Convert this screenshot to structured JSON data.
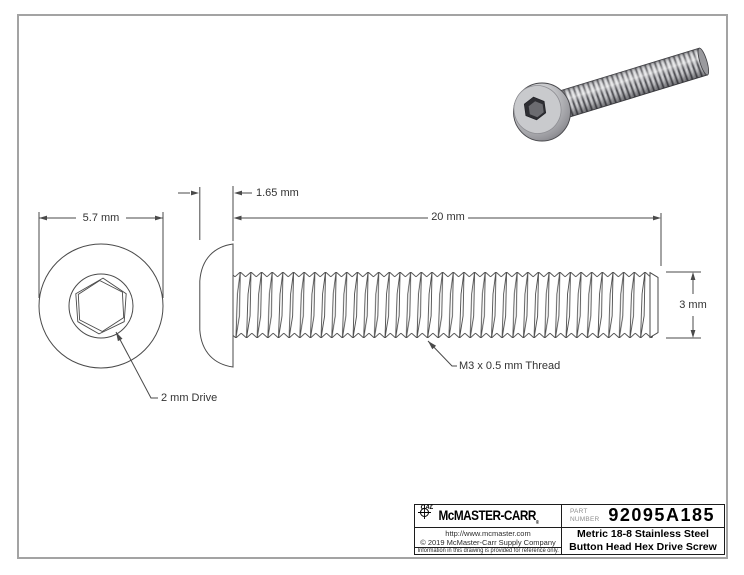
{
  "drawing": {
    "front_view": {
      "head_diameter_dim": "5.7 mm",
      "drive_label": "2 mm Drive"
    },
    "side_view": {
      "head_height_dim": "1.65 mm",
      "length_dim": "20 mm",
      "diameter_dim": "3 mm",
      "thread_label": "M3 x 0.5 mm Thread"
    }
  },
  "colors": {
    "line": "#4a4a4a",
    "frame_border": "#a3a3a3",
    "metal_light": "#ececee",
    "metal_dark": "#7c7c81"
  },
  "title_block": {
    "brand": "McMASTER-CARR",
    "brand_reg": "®",
    "cad_badge": "CAD",
    "website": "http://www.mcmaster.com",
    "copyright": "© 2019 McMaster-Carr Supply Company",
    "disclaimer": "Information in this drawing is provided for reference only.",
    "part_label_line1": "PART",
    "part_label_line2": "NUMBER",
    "part_number": "92095A185",
    "description_line1": "Metric 18-8 Stainless Steel",
    "description_line2": "Button Head Hex Drive Screw"
  }
}
